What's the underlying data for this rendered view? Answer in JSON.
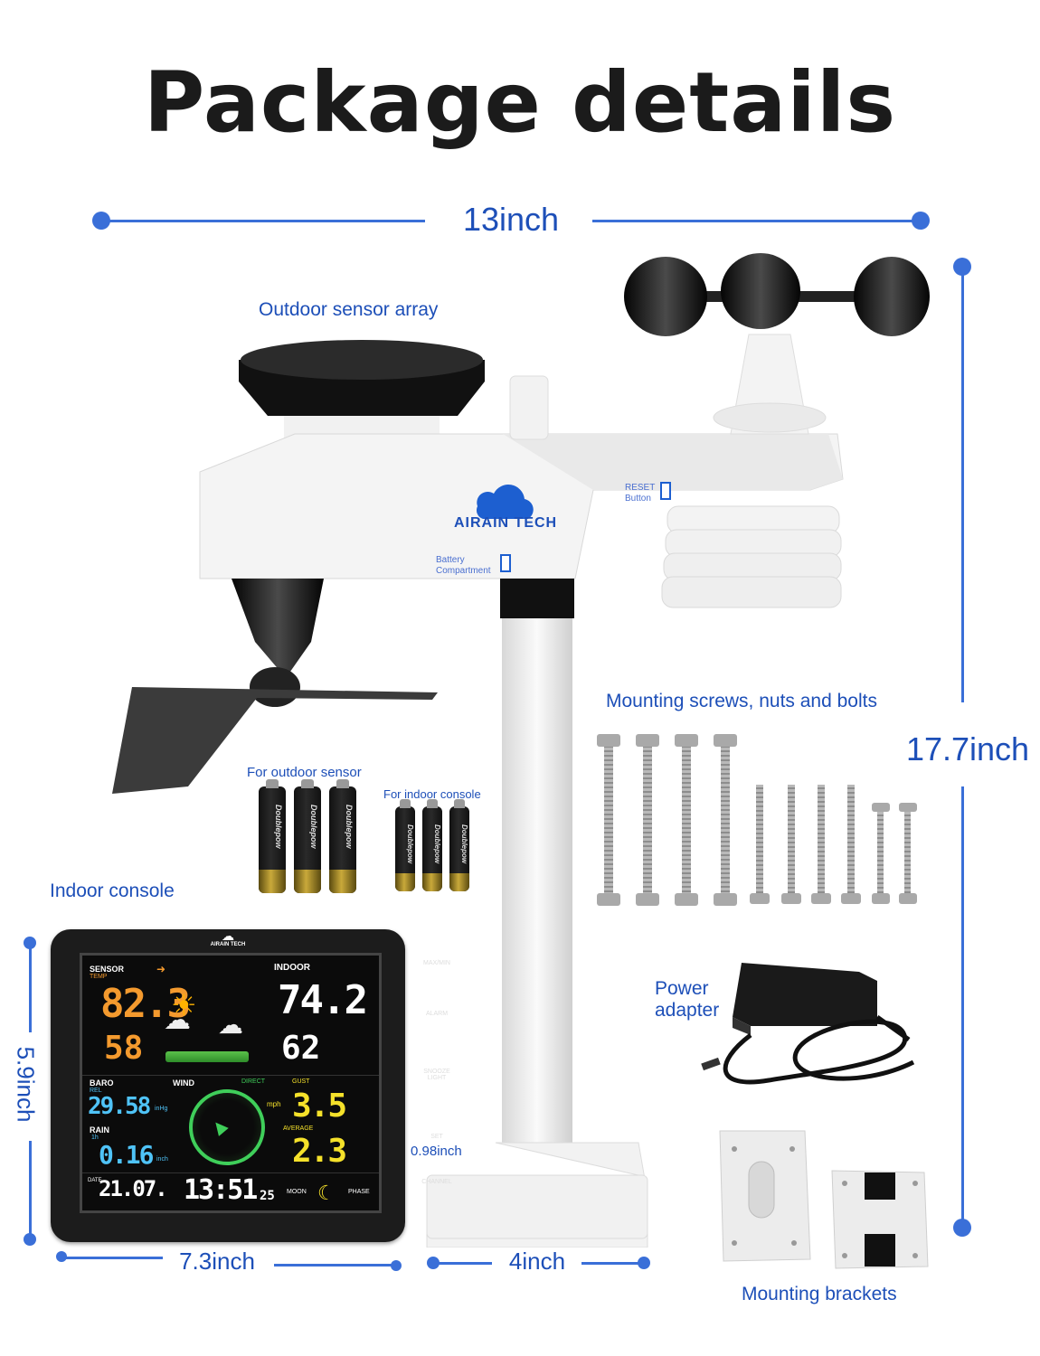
{
  "title": "Package details",
  "dimensions": {
    "width_total": "13inch",
    "height_total": "17.7inch",
    "console_height": "5.9inch",
    "console_width": "7.3inch",
    "base_width": "4inch",
    "console_depth": "0.98inch"
  },
  "labels": {
    "outdoor": "Outdoor sensor array",
    "screws": "Mounting screws, nuts and bolts",
    "bat_outdoor": "For outdoor sensor",
    "bat_indoor": "For indoor console",
    "indoor": "Indoor console",
    "power": "Power",
    "adapter": "adapter",
    "brackets": "Mounting brackets"
  },
  "sensor": {
    "brand": "AIRAIN TECH",
    "reset_1": "RESET",
    "reset_2": "Button",
    "battery_1": "Battery",
    "battery_2": "Compartment"
  },
  "battery_brand": "Doublepow",
  "console": {
    "brand": "AIRAIN TECH",
    "sensor_label": "SENSOR",
    "temp_label": "TEMP",
    "indoor_label": "INDOOR",
    "out_temp": "82.3",
    "out_hum": "58",
    "in_temp": "74.2",
    "in_hum": "62",
    "baro_label": "BARO",
    "rel_label": "REL",
    "baro_value": "29.58",
    "baro_unit": "inHg",
    "rain_label": "RAIN",
    "rain_period": "1h",
    "rain_value": "0.16",
    "rain_unit": "inch",
    "wind_label": "WIND",
    "direct_label": "DIRECT",
    "gust_label": "GUST",
    "gust_value": "3.5",
    "wind_unit": "mph",
    "avg_label": "AVERAGE",
    "avg_value": "2.3",
    "date_label": "DATE",
    "date_value": "21.07.",
    "time_value": "13:51",
    "seconds": "25",
    "moon_label": "MOON",
    "phase_label": "PHASE",
    "btn_maxmin": "MAX/MIN",
    "btn_alarm": "ALARM",
    "btn_snooze": "SNOOZE LIGHT",
    "btn_set": "SET",
    "btn_channel": "CHANNEL"
  },
  "colors": {
    "accent": "#3a6fd8",
    "text_blue": "#1d4fb8",
    "orange": "#f49a2e",
    "cyan": "#4fc3f7",
    "yellow": "#f5e12a",
    "green": "#3fcf5a"
  }
}
